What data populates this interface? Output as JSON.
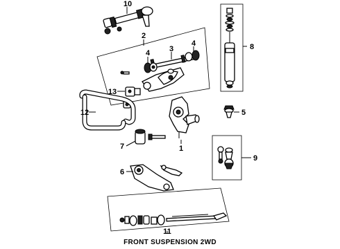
{
  "title": "FRONT SUSPENSION 2WD",
  "callouts": [
    "1",
    "2",
    "3",
    "4",
    "4",
    "5",
    "6",
    "7",
    "8",
    "9",
    "10",
    "11",
    "12",
    "13"
  ]
}
